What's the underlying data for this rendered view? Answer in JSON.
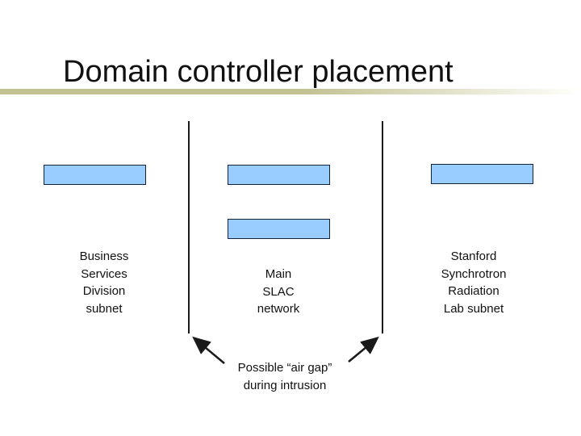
{
  "slide": {
    "title": "Domain controller placement",
    "labels": {
      "left": {
        "lines": [
          "Business",
          "Services",
          "Division",
          "subnet"
        ]
      },
      "center": {
        "lines": [
          "Main",
          "SLAC",
          "network"
        ]
      },
      "right": {
        "lines": [
          "Stanford",
          "Synchrotron",
          "Radiation",
          "Lab subnet"
        ]
      }
    },
    "caption": {
      "lines": [
        "Possible “air gap”",
        "during intrusion"
      ]
    },
    "colors": {
      "box_fill": "#99ccff",
      "box_border": "#14233c",
      "accent_bar": "#c1c192",
      "boundary_line": "#1a1a1a",
      "text": "#111111"
    }
  }
}
